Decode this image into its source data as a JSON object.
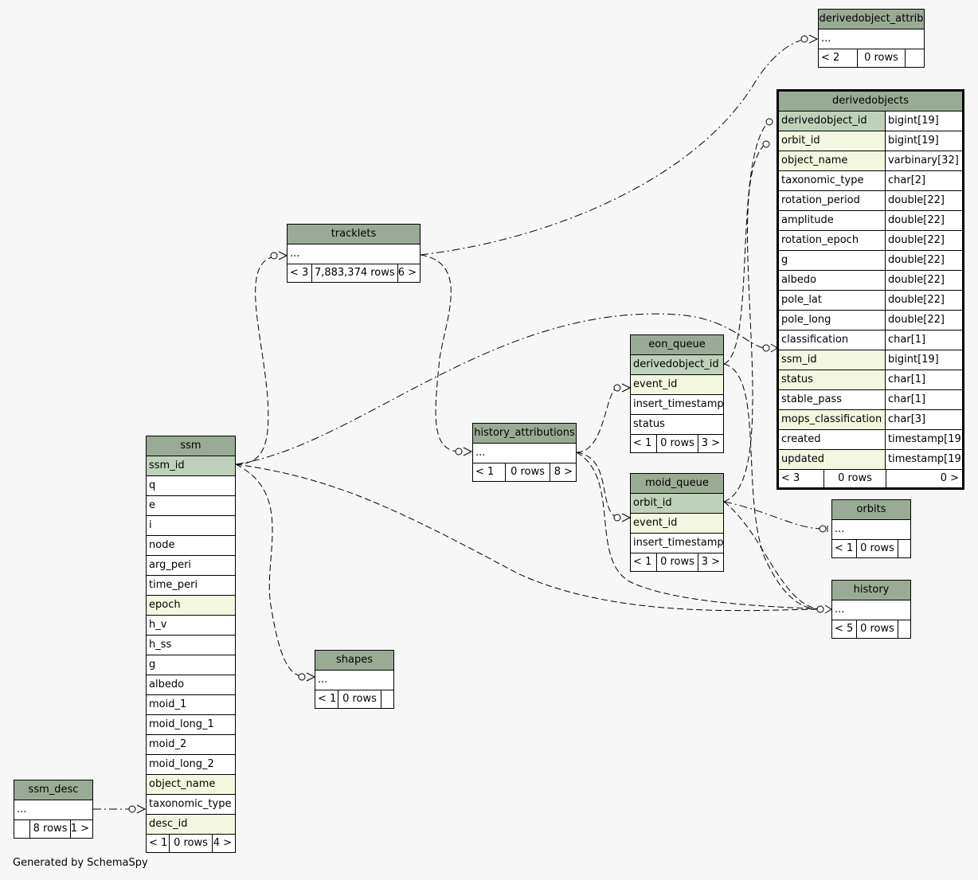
{
  "footer": {
    "generated_by": "Generated by SchemaSpy"
  },
  "colors": {
    "header": "#9aab95",
    "primary_key": "#bfd1bb",
    "foreign_key": "#f4f7df",
    "background": "#f7f7f7"
  },
  "tables": {
    "derivedobject_attrib": {
      "name": "derivedobject_attrib",
      "ellipsis": "...",
      "parents": "< 2",
      "rows": "0 rows",
      "children": ""
    },
    "derivedobjects": {
      "name": "derivedobjects",
      "columns": [
        {
          "name": "derivedobject_id",
          "type": "bigint[19]",
          "kind": "pk"
        },
        {
          "name": "orbit_id",
          "type": "bigint[19]",
          "kind": "fk"
        },
        {
          "name": "object_name",
          "type": "varbinary[32]",
          "kind": "fk"
        },
        {
          "name": "taxonomic_type",
          "type": "char[2]",
          "kind": ""
        },
        {
          "name": "rotation_period",
          "type": "double[22]",
          "kind": ""
        },
        {
          "name": "amplitude",
          "type": "double[22]",
          "kind": ""
        },
        {
          "name": "rotation_epoch",
          "type": "double[22]",
          "kind": ""
        },
        {
          "name": "g",
          "type": "double[22]",
          "kind": ""
        },
        {
          "name": "albedo",
          "type": "double[22]",
          "kind": ""
        },
        {
          "name": "pole_lat",
          "type": "double[22]",
          "kind": ""
        },
        {
          "name": "pole_long",
          "type": "double[22]",
          "kind": ""
        },
        {
          "name": "classification",
          "type": "char[1]",
          "kind": ""
        },
        {
          "name": "ssm_id",
          "type": "bigint[19]",
          "kind": "fk"
        },
        {
          "name": "status",
          "type": "char[1]",
          "kind": "fk"
        },
        {
          "name": "stable_pass",
          "type": "char[1]",
          "kind": ""
        },
        {
          "name": "mops_classification",
          "type": "char[3]",
          "kind": "fk"
        },
        {
          "name": "created",
          "type": "timestamp[19]",
          "kind": ""
        },
        {
          "name": "updated",
          "type": "timestamp[19]",
          "kind": "fk"
        }
      ],
      "parents": "< 3",
      "rows": "0 rows",
      "children": "0 >"
    },
    "tracklets": {
      "name": "tracklets",
      "ellipsis": "...",
      "parents": "< 3",
      "rows": "7,883,374 rows",
      "children": "6 >"
    },
    "eon_queue": {
      "name": "eon_queue",
      "columns": [
        {
          "name": "derivedobject_id",
          "kind": "pk"
        },
        {
          "name": "event_id",
          "kind": "fk"
        },
        {
          "name": "insert_timestamp",
          "kind": ""
        },
        {
          "name": "status",
          "kind": ""
        }
      ],
      "parents": "< 1",
      "rows": "0 rows",
      "children": "3 >"
    },
    "history_attributions": {
      "name": "history_attributions",
      "ellipsis": "...",
      "parents": "< 1",
      "rows": "0 rows",
      "children": "8 >"
    },
    "moid_queue": {
      "name": "moid_queue",
      "columns": [
        {
          "name": "orbit_id",
          "kind": "pk"
        },
        {
          "name": "event_id",
          "kind": "fk"
        },
        {
          "name": "insert_timestamp",
          "kind": ""
        }
      ],
      "parents": "< 1",
      "rows": "0 rows",
      "children": "3 >"
    },
    "orbits": {
      "name": "orbits",
      "ellipsis": "...",
      "parents": "< 1",
      "rows": "0 rows",
      "children": ""
    },
    "history": {
      "name": "history",
      "ellipsis": "...",
      "parents": "< 5",
      "rows": "0 rows",
      "children": ""
    },
    "shapes": {
      "name": "shapes",
      "ellipsis": "...",
      "parents": "< 1",
      "rows": "0 rows",
      "children": ""
    },
    "ssm": {
      "name": "ssm",
      "columns": [
        {
          "name": "ssm_id",
          "kind": "pk"
        },
        {
          "name": "q",
          "kind": ""
        },
        {
          "name": "e",
          "kind": ""
        },
        {
          "name": "i",
          "kind": ""
        },
        {
          "name": "node",
          "kind": ""
        },
        {
          "name": "arg_peri",
          "kind": ""
        },
        {
          "name": "time_peri",
          "kind": ""
        },
        {
          "name": "epoch",
          "kind": "fk"
        },
        {
          "name": "h_v",
          "kind": ""
        },
        {
          "name": "h_ss",
          "kind": ""
        },
        {
          "name": "g",
          "kind": ""
        },
        {
          "name": "albedo",
          "kind": ""
        },
        {
          "name": "moid_1",
          "kind": ""
        },
        {
          "name": "moid_long_1",
          "kind": ""
        },
        {
          "name": "moid_2",
          "kind": ""
        },
        {
          "name": "moid_long_2",
          "kind": ""
        },
        {
          "name": "object_name",
          "kind": "fk"
        },
        {
          "name": "taxonomic_type",
          "kind": ""
        },
        {
          "name": "desc_id",
          "kind": "fk"
        }
      ],
      "parents": "< 1",
      "rows": "0 rows",
      "children": "4 >"
    },
    "ssm_desc": {
      "name": "ssm_desc",
      "ellipsis": "...",
      "parents": "",
      "rows": "8 rows",
      "children": "1 >"
    }
  }
}
